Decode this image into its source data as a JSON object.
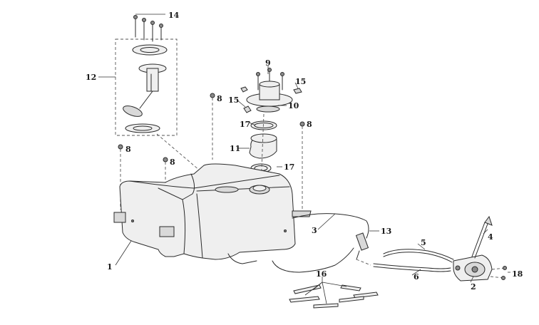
{
  "callouts": {
    "c1": "1",
    "c2": "2",
    "c3": "3",
    "c4": "4",
    "c5": "5",
    "c6": "6",
    "c8a": "8",
    "c8b": "8",
    "c8c": "8",
    "c8d": "8",
    "c9": "9",
    "c10": "10",
    "c11": "11",
    "c12": "12",
    "c13": "13",
    "c14": "14",
    "c15a": "15",
    "c15b": "15",
    "c16": "16",
    "c17a": "17",
    "c17b": "17",
    "c18": "18"
  }
}
